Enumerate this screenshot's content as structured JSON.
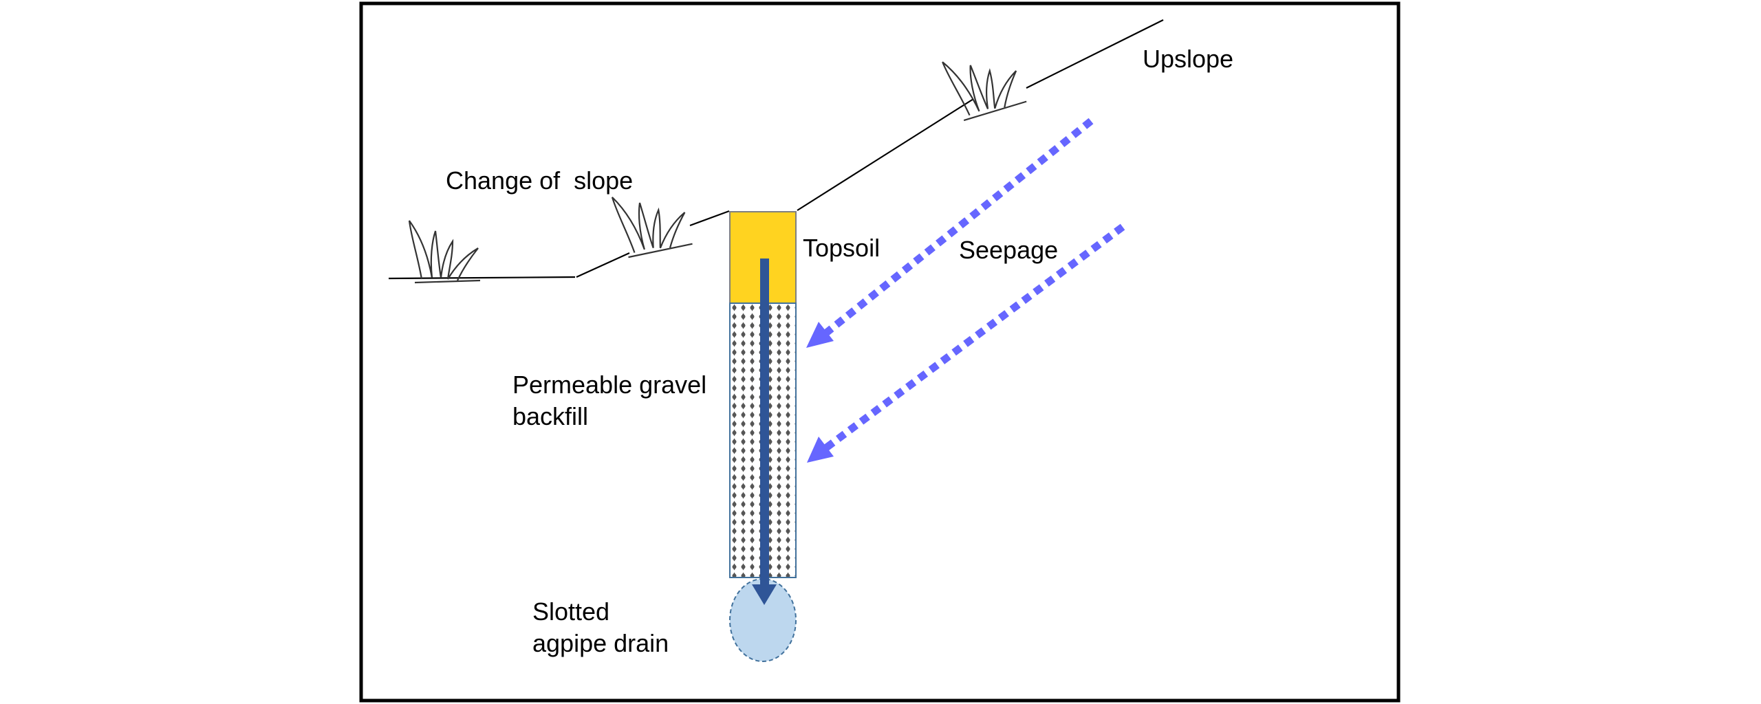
{
  "labels": {
    "upslope": "Upslope",
    "change_of_slope": "Change of  slope",
    "topsoil": "Topsoil",
    "seepage": "Seepage",
    "gravel_line1": "Permeable gravel",
    "gravel_line2": "backfill",
    "drain_line1": "Slotted",
    "drain_line2": "agpipe drain"
  },
  "colors": {
    "topsoil": "#FFD320",
    "gravel_dots": "#555555",
    "flow_arrow": "#2F5597",
    "seepage_arrows": "#6666FF",
    "drain": "#BDD7EE",
    "border": "#000000"
  },
  "icons": [
    "grass-tuft-icon",
    "grass-tuft-icon",
    "grass-tuft-icon"
  ]
}
